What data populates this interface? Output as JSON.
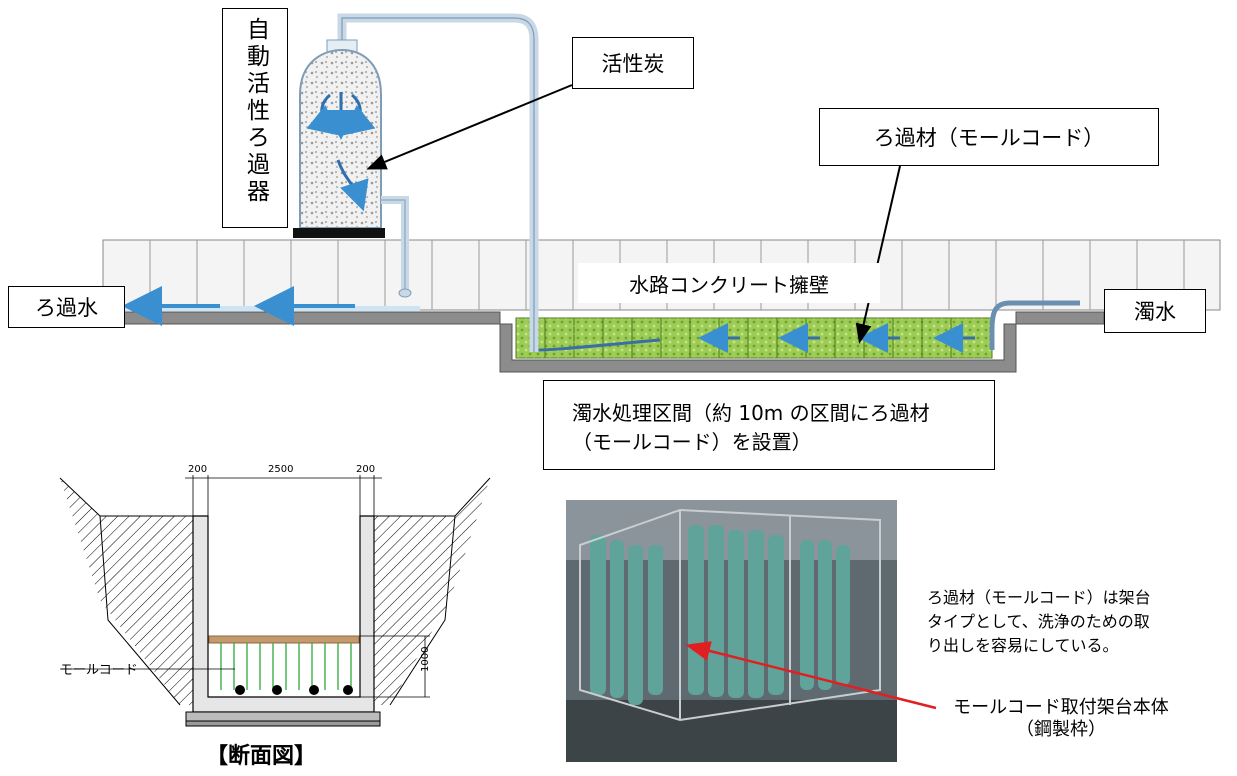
{
  "labels": {
    "vertical_filter": "自動活性ろ過器",
    "activated_carbon": "活性炭",
    "filter_media": "ろ過材（モールコード）",
    "filtered_water": "ろ過水",
    "turbid_water": "濁水",
    "canal_wall": "水路コンクリート擁壁",
    "treatment_line1": "濁水処理区間（約 10m の区間にろ過材",
    "treatment_line2": "（モールコード）を設置）"
  },
  "section": {
    "title": "【断面図】",
    "mall_code": "モールコード",
    "dim_left": "200",
    "dim_center": "2500",
    "dim_right": "200",
    "dim_height": "1000"
  },
  "photo": {
    "note_line1": "ろ過材（モールコード）は架台",
    "note_line2": "タイプとして、洗浄のための取",
    "note_line3": "り出しを容易にしている。",
    "frame_line1": "モールコード取付架台本体",
    "frame_line2": "（鋼製枠）"
  },
  "colors": {
    "water_arrow": "#3a8fd1",
    "filter_green": "#8bc34a",
    "pointer_red": "#e02020"
  }
}
